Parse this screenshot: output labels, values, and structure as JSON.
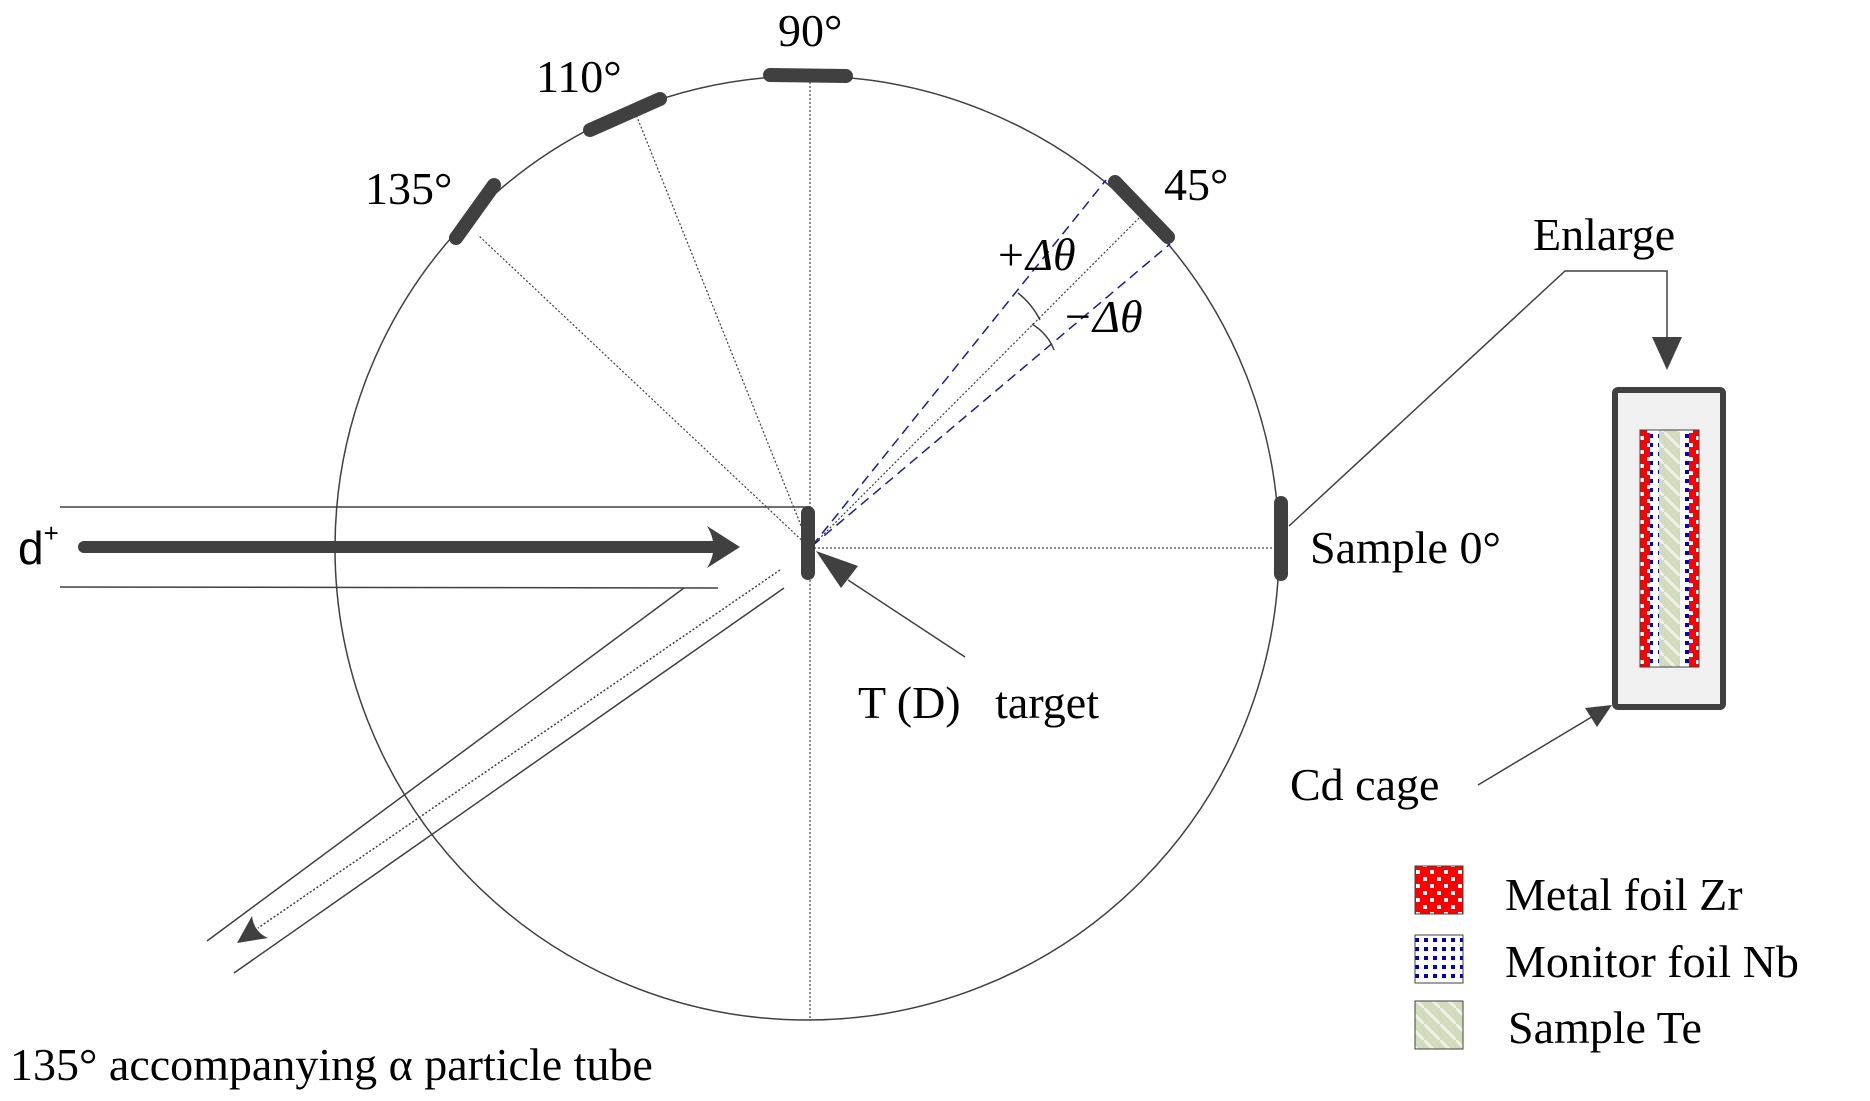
{
  "colors": {
    "stroke": "#404040",
    "dashed_blue": "#1a1aa6",
    "zr_red": "#ff0000",
    "nb_blue": "#0000cc",
    "te_green": "#d3dbbd",
    "cage_fill": "#f0f0f0"
  },
  "detectors": [
    {
      "id": "90",
      "label": "90°",
      "angle_deg": 90
    },
    {
      "id": "110",
      "label": "110°",
      "angle_deg": 110
    },
    {
      "id": "135",
      "label": "135°",
      "angle_deg": 135
    },
    {
      "id": "45",
      "label": "45°",
      "angle_deg": 45
    },
    {
      "id": "0",
      "label": "Sample 0°",
      "angle_deg": 0
    }
  ],
  "labels": {
    "plus_dtheta": "+Δθ",
    "minus_dtheta": "−Δθ",
    "beam": "d",
    "beam_sup": "+",
    "target": "T (D)   target",
    "enlarge": "Enlarge",
    "cd_cage": "Cd cage",
    "alpha_tube": "135° accompanying α particle tube"
  },
  "legend": [
    {
      "key": "zr",
      "label": "Metal foil Zr",
      "icon": "red-dotted-swatch-icon"
    },
    {
      "key": "nb",
      "label": "Monitor foil Nb",
      "icon": "blue-dotted-swatch-icon"
    },
    {
      "key": "te",
      "label": "Sample Te",
      "icon": "green-striped-swatch-icon"
    }
  ]
}
